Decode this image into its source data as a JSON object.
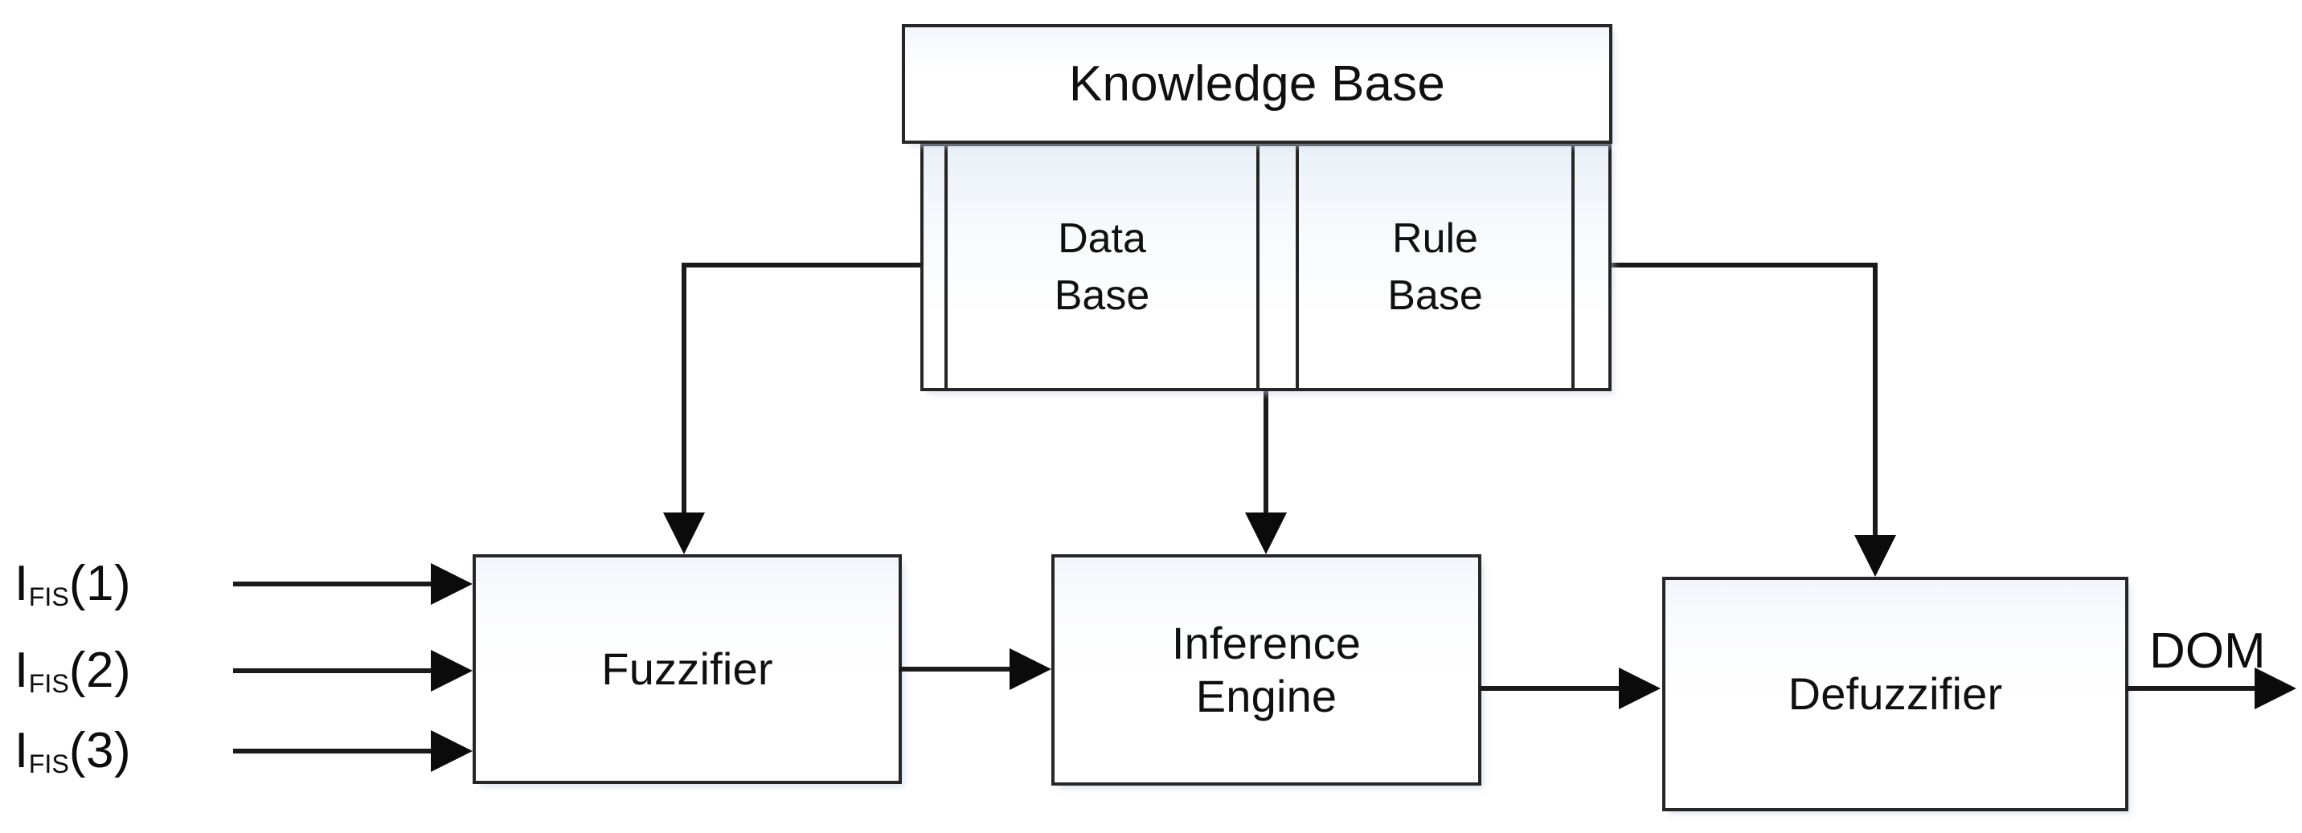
{
  "diagram": {
    "title": "Fuzzy Inference System block diagram",
    "knowledge_base": {
      "header_label": "Knowledge Base",
      "cells": [
        {
          "id": "data-base",
          "label": "Data\nBase"
        },
        {
          "id": "rule-base",
          "label": "Rule\nBase"
        }
      ]
    },
    "blocks": [
      {
        "id": "fuzzifier",
        "label": "Fuzzifier"
      },
      {
        "id": "inference",
        "label": "Inference\nEngine"
      },
      {
        "id": "defuzzifier",
        "label": "Defuzzifier"
      }
    ],
    "inputs": [
      {
        "id": "ifis-1",
        "base": "I",
        "sub": "FIS",
        "index": "(1)"
      },
      {
        "id": "ifis-2",
        "base": "I",
        "sub": "FIS",
        "index": "(2)"
      },
      {
        "id": "ifis-3",
        "base": "I",
        "sub": "FIS",
        "index": "(3)"
      }
    ],
    "output": {
      "id": "dom",
      "label": "DOM"
    },
    "colors": {
      "stroke": "#262626",
      "connector": "#1a1a1a",
      "arrowhead": "#0b0b0b",
      "text": "#0d0d0d",
      "box_fill_top": "#eaf0f8",
      "box_fill_bottom": "#ffffff",
      "background": "#ffffff"
    }
  }
}
